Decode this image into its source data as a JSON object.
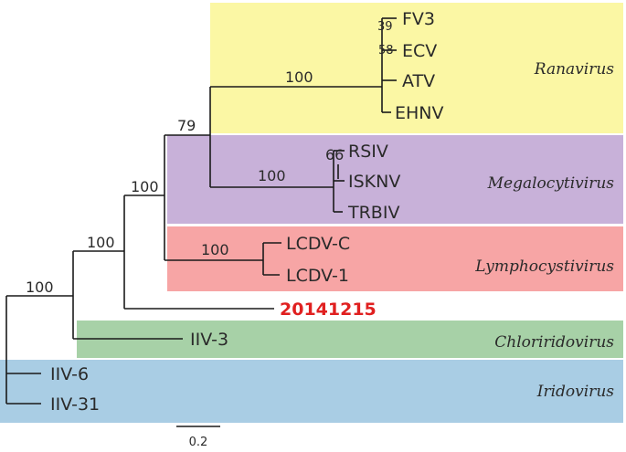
{
  "groups": {
    "ranavirus": {
      "name": "Ranavirus",
      "color": "#fbf7a4"
    },
    "megalocytivirus": {
      "name": "Megalocytivirus",
      "color": "#c8b1d9"
    },
    "lymphocystivirus": {
      "name": "Lymphocystivirus",
      "color": "#f7a5a5"
    },
    "chloriridovirus": {
      "name": "Chloriridovirus",
      "color": "#a7d1a7"
    },
    "iridovirus": {
      "name": "Iridovirus",
      "color": "#a9cde4"
    }
  },
  "taxa": {
    "fv3": "FV3",
    "ecv": "ECV",
    "atv": "ATV",
    "ehnv": "EHNV",
    "rsiv": "RSIV",
    "isknv": "ISKNV",
    "trbiv": "TRBIV",
    "lcdv_c": "LCDV-C",
    "lcdv_1": "LCDV-1",
    "query": "20141215",
    "iiv3": "IIV-3",
    "iiv6": "IIV-6",
    "iiv31": "IIV-31"
  },
  "query_color": "#e02020",
  "bootstrap": {
    "ranavirus_clade": "100",
    "fv3_node": "39",
    "ecv_node": "58",
    "ran_meg_node": "79",
    "megalocytivirus_clade": "100",
    "rsiv_node": "66",
    "ran_meg_lym_node": "100",
    "lymphocystivirus_clade": "100",
    "with_query_node": "100",
    "root_node": "100"
  },
  "scale_bar": "0.2"
}
